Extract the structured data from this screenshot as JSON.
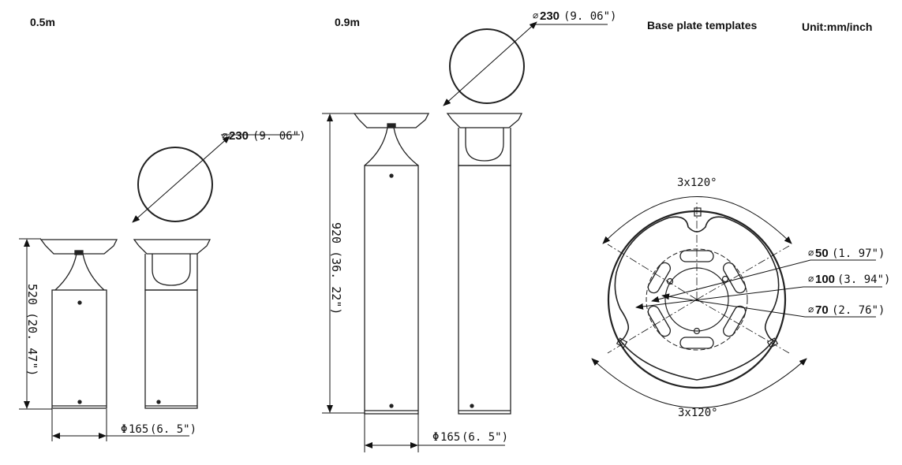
{
  "headers": {
    "left": "0.5m",
    "middle": "0.9m",
    "base": "Base plate templates",
    "unit": "Unit:mm/inch"
  },
  "small_post": {
    "head_dia_value": "230",
    "head_dia_inch": "(9. 06\")",
    "height": "520 (20. 47\")",
    "width_value": "165",
    "width_inch": "(6. 5\")"
  },
  "tall_post": {
    "head_dia_value": "230",
    "head_dia_inch": "(9. 06\")",
    "height": "920 (36. 22\")",
    "width_value": "165",
    "width_inch": "(6. 5\")"
  },
  "base_plate": {
    "angle_top": "3x120°",
    "angle_bottom": "3x120°",
    "d50_value": "50",
    "d50_inch": "(1. 97\")",
    "d100_value": "100",
    "d100_inch": "(3. 94\")",
    "d70_value": "70",
    "d70_inch": "(2. 76\")"
  },
  "symbols": {
    "dia_thin": "⌀",
    "dia": "Φ"
  }
}
